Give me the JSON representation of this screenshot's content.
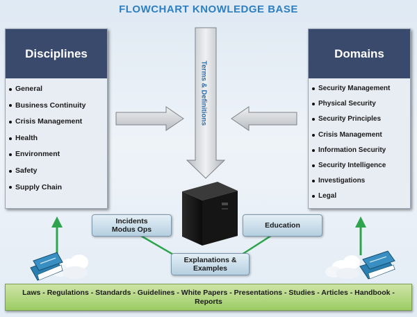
{
  "title": "FLOWCHART KNOWLEDGE BASE",
  "center_arrow_label": "Terms & Definitions",
  "disciplines": {
    "heading": "Disciplines",
    "items": [
      "General",
      "Business Continuity",
      "Crisis Management",
      "Health",
      "Environment",
      "Safety",
      "Supply Chain"
    ]
  },
  "domains": {
    "heading": "Domains",
    "items": [
      "Security Management",
      "Physical Security",
      "Security Principles",
      "Crisis Management",
      "Information Security",
      "Security Intelligence",
      "Investigations",
      "Legal"
    ]
  },
  "bubbles": {
    "incidents": "Incidents\nModus Ops",
    "education": "Education",
    "explanations": "Explanations &\nExamples"
  },
  "sources": "Laws - Regulations - Standards - Guidelines - White Papers - Presentations - Studies - Articles - Handbook - Reports",
  "colors": {
    "title": "#2d7fc1",
    "panel_header": "#3a4a6c",
    "bottom_bar": "#9ccc64",
    "connector": "#2ea44f",
    "arrow": "#c6c9cd"
  },
  "icons": [
    "server-icon",
    "books-icon",
    "cloud-icon"
  ]
}
